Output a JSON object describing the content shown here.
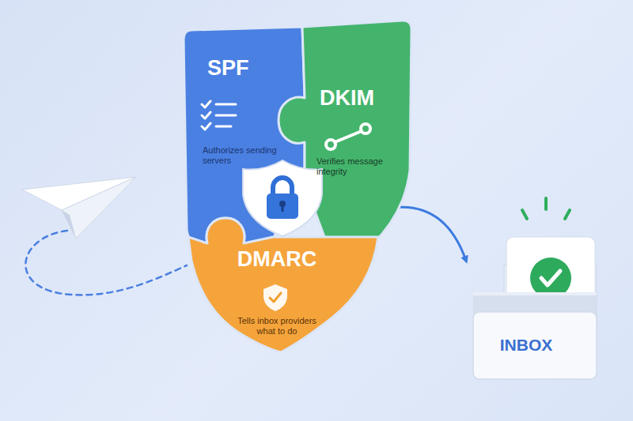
{
  "diagram": {
    "nodes": [
      {
        "text": [
          "SPF",
          "Authorizes sending servers"
        ]
      },
      {
        "text": [
          "DKIM",
          "Verifies message integrity"
        ]
      },
      {
        "text": [
          "DMARC",
          "Tells inbox providers what to do"
        ]
      },
      {
        "text": [
          "INBOX"
        ]
      }
    ],
    "edges": [
      {
        "from": 1,
        "to": 3,
        "arrow": "to"
      }
    ]
  }
}
